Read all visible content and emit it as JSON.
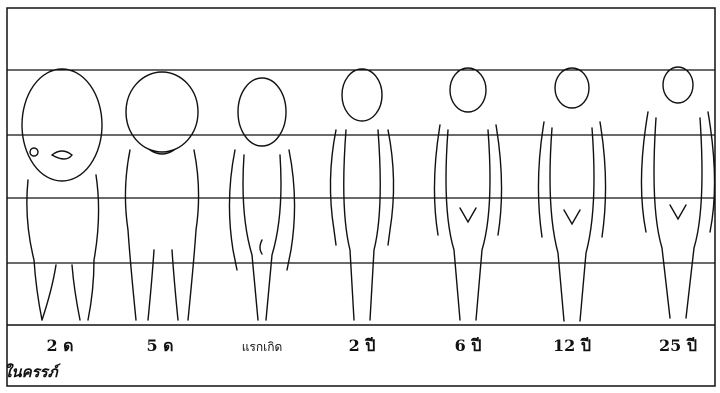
{
  "caption": {
    "stage_labels": [
      "2 ด",
      "5 ด",
      "แรกเกิด",
      "2 ปี",
      "6 ปี",
      "12 ปี",
      "25 ปี"
    ],
    "left_sublabel": "ในครรภ์"
  }
}
